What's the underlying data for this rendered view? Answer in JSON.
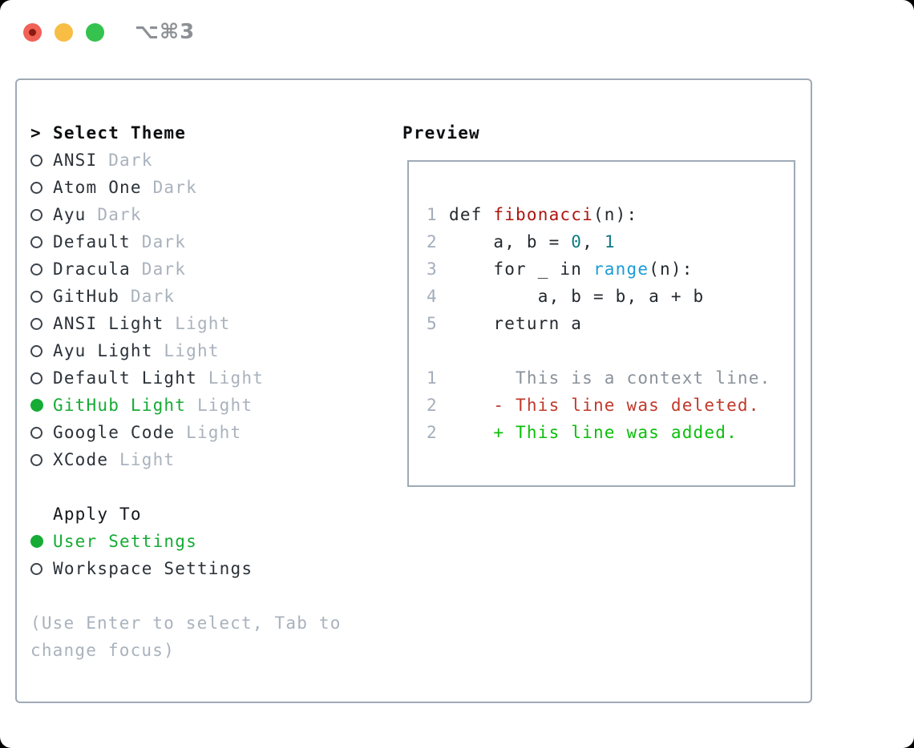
{
  "palette": {
    "accent_green": "#16ab35",
    "added_green": "#0abf0a",
    "deleted_red": "#c0392b",
    "context_gray": "#8a929b",
    "func_red": "#ae150e",
    "number_teal": "#0e7a85",
    "builtin_blue": "#1b9bd7",
    "code_dark": "#24292e",
    "dim": "#a9b2bd",
    "lineno": "#a3adbb",
    "border": "#9faab6",
    "shortcut_gray": "#8c9095",
    "tl_red": "#f16156",
    "tl_red_dot": "#8b1a10",
    "tl_yellow": "#f7bd45",
    "tl_green": "#35c24e"
  },
  "window": {
    "shortcut": "⌥⌘3",
    "traffic_lights": [
      "close",
      "minimize",
      "zoom"
    ]
  },
  "theme_panel": {
    "header": {
      "prefix": ">",
      "label": "Select Theme"
    },
    "themes": [
      {
        "name": "ANSI",
        "variant": "Dark",
        "selected": false
      },
      {
        "name": "Atom One",
        "variant": "Dark",
        "selected": false
      },
      {
        "name": "Ayu",
        "variant": "Dark",
        "selected": false
      },
      {
        "name": "Default",
        "variant": "Dark",
        "selected": false
      },
      {
        "name": "Dracula",
        "variant": "Dark",
        "selected": false
      },
      {
        "name": "GitHub",
        "variant": "Dark",
        "selected": false
      },
      {
        "name": "ANSI Light",
        "variant": "Light",
        "selected": false
      },
      {
        "name": "Ayu Light",
        "variant": "Light",
        "selected": false
      },
      {
        "name": "Default Light",
        "variant": "Light",
        "selected": false
      },
      {
        "name": "GitHub Light",
        "variant": "Light",
        "selected": true
      },
      {
        "name": "Google Code",
        "variant": "Light",
        "selected": false
      },
      {
        "name": "XCode",
        "variant": "Light",
        "selected": false
      }
    ],
    "apply_to": {
      "label": "Apply To",
      "options": [
        {
          "name": "User Settings",
          "selected": true
        },
        {
          "name": "Workspace Settings",
          "selected": false
        }
      ]
    },
    "hint_lines": [
      "(Use Enter to select, Tab to",
      "change focus)"
    ]
  },
  "preview": {
    "title": "Preview",
    "code_lines": [
      {
        "num": "1",
        "segments": [
          {
            "text": "def ",
            "style": "code"
          },
          {
            "text": "fibonacci",
            "style": "func"
          },
          {
            "text": "(n):",
            "style": "code"
          }
        ]
      },
      {
        "num": "2",
        "segments": [
          {
            "text": "    a, b = ",
            "style": "code"
          },
          {
            "text": "0",
            "style": "number"
          },
          {
            "text": ", ",
            "style": "code"
          },
          {
            "text": "1",
            "style": "number"
          }
        ]
      },
      {
        "num": "3",
        "segments": [
          {
            "text": "    for _ in ",
            "style": "code"
          },
          {
            "text": "range",
            "style": "builtin"
          },
          {
            "text": "(n):",
            "style": "code"
          }
        ]
      },
      {
        "num": "4",
        "segments": [
          {
            "text": "        a, b = b, a + b",
            "style": "code"
          }
        ]
      },
      {
        "num": "5",
        "segments": [
          {
            "text": "    return a",
            "style": "code"
          }
        ]
      },
      {
        "num": "",
        "segments": []
      },
      {
        "num": "1",
        "segments": [
          {
            "text": "      This is a context line.",
            "style": "context"
          }
        ]
      },
      {
        "num": "2",
        "segments": [
          {
            "text": "    - This line was deleted.",
            "style": "deleted"
          }
        ]
      },
      {
        "num": "2",
        "segments": [
          {
            "text": "    + This line was added.",
            "style": "added"
          }
        ]
      }
    ]
  }
}
